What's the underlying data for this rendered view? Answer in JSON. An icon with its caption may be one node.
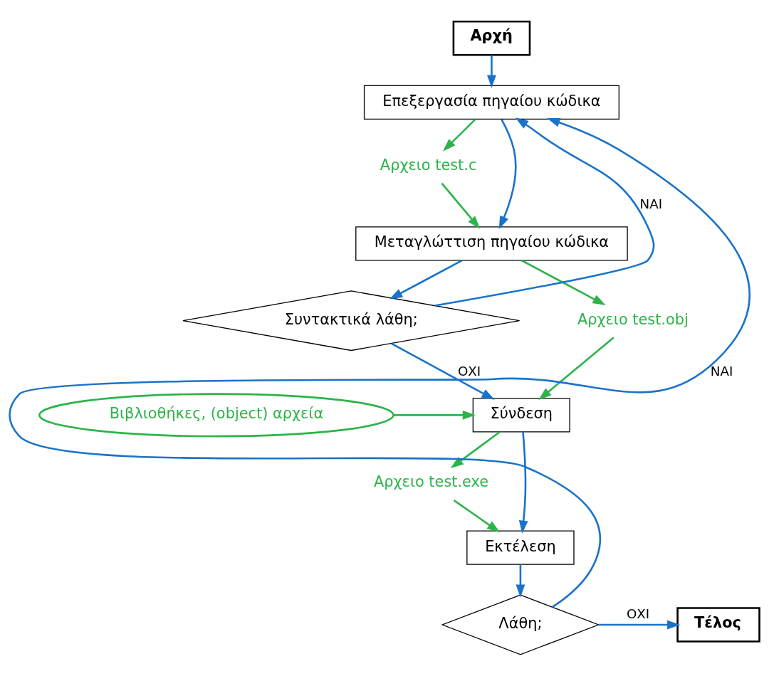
{
  "diagram": {
    "nodes": [
      {
        "text": [
          "Αρχή"
        ]
      },
      {
        "text": [
          "Επεξεργασία πηγαίου κώδικα"
        ]
      },
      {
        "text": [
          "Αρχειο test.c"
        ]
      },
      {
        "text": [
          "Μεταγλώττιση πηγαίου κώδικα"
        ]
      },
      {
        "text": [
          "Συντακτικά λάθη;"
        ]
      },
      {
        "text": [
          "Αρχειο test.obj"
        ]
      },
      {
        "text": [
          "Βιβλιοθήκες, (object) αρχεία"
        ]
      },
      {
        "text": [
          "Σύνδεση"
        ]
      },
      {
        "text": [
          "Αρχειο test.exe"
        ]
      },
      {
        "text": [
          "Εκτέλεση"
        ]
      },
      {
        "text": [
          "Λάθη;"
        ]
      },
      {
        "text": [
          "Τέλος"
        ]
      }
    ],
    "edges": [
      {
        "from": 0,
        "to": 1,
        "arrow": "to"
      },
      {
        "from": 1,
        "to": 3,
        "arrow": "to"
      },
      {
        "from": 3,
        "to": 4,
        "arrow": "to"
      },
      {
        "from": 4,
        "to": 1,
        "arrow": "to",
        "label": "ΝΑΙ"
      },
      {
        "from": 4,
        "to": 7,
        "arrow": "to",
        "label": "ΟΧΙ"
      },
      {
        "from": 1,
        "to": 2,
        "arrow": "to",
        "color": "#2db34a"
      },
      {
        "from": 2,
        "to": 3,
        "arrow": "to",
        "color": "#2db34a"
      },
      {
        "from": 3,
        "to": 5,
        "arrow": "to",
        "color": "#2db34a"
      },
      {
        "from": 5,
        "to": 7,
        "arrow": "to",
        "color": "#2db34a"
      },
      {
        "from": 6,
        "to": 7,
        "arrow": "to",
        "color": "#2db34a"
      },
      {
        "from": 7,
        "to": 9,
        "arrow": "to"
      },
      {
        "from": 7,
        "to": 8,
        "arrow": "to",
        "color": "#2db34a"
      },
      {
        "from": 8,
        "to": 9,
        "arrow": "to",
        "color": "#2db34a"
      },
      {
        "from": 9,
        "to": 10,
        "arrow": "to"
      },
      {
        "from": 10,
        "to": 1,
        "arrow": "to",
        "label": "ΝΑΙ"
      },
      {
        "from": 10,
        "to": 11,
        "arrow": "to",
        "label": "ΟΧΙ"
      }
    ]
  }
}
